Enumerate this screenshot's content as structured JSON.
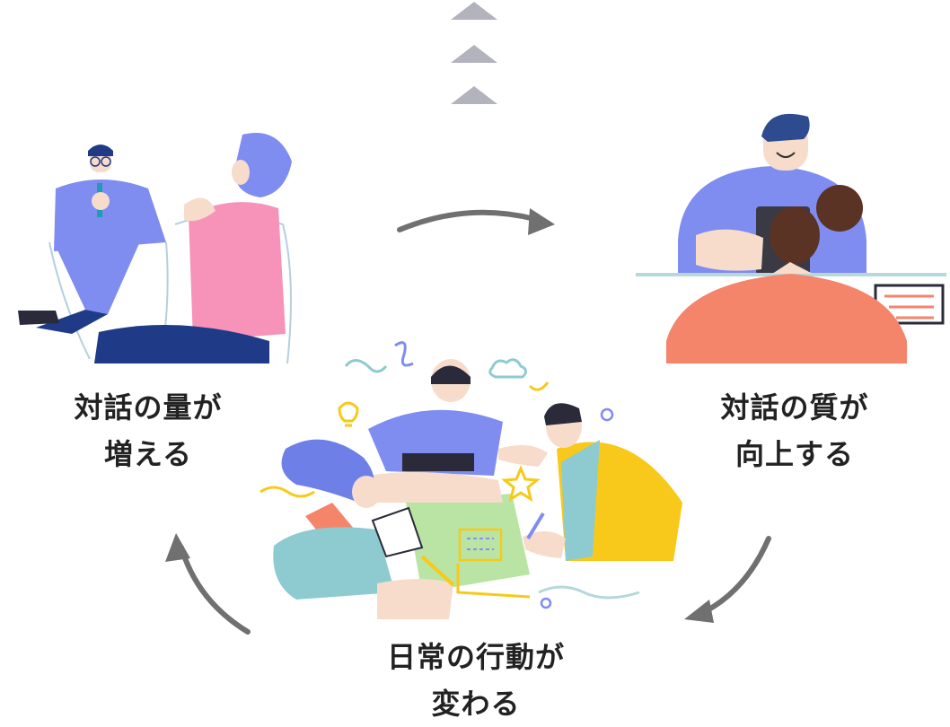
{
  "stages": {
    "quantity": {
      "line1": "対話の量が",
      "line2": "増える"
    },
    "quality": {
      "line1": "対話の質が",
      "line2": "向上する"
    },
    "behavior": {
      "line1": "日常の行動が",
      "line2": "変わる"
    }
  },
  "colors": {
    "arrow": "#707070",
    "chevron": "#b3b3be",
    "blue": "#7f8cf0",
    "pink": "#f792b9",
    "navy": "#1f3a87",
    "coral": "#f4856b",
    "yellow": "#f8c91a",
    "teal": "#8ecbd0",
    "green": "#b9e4a4",
    "skin": "#f7dccc"
  }
}
